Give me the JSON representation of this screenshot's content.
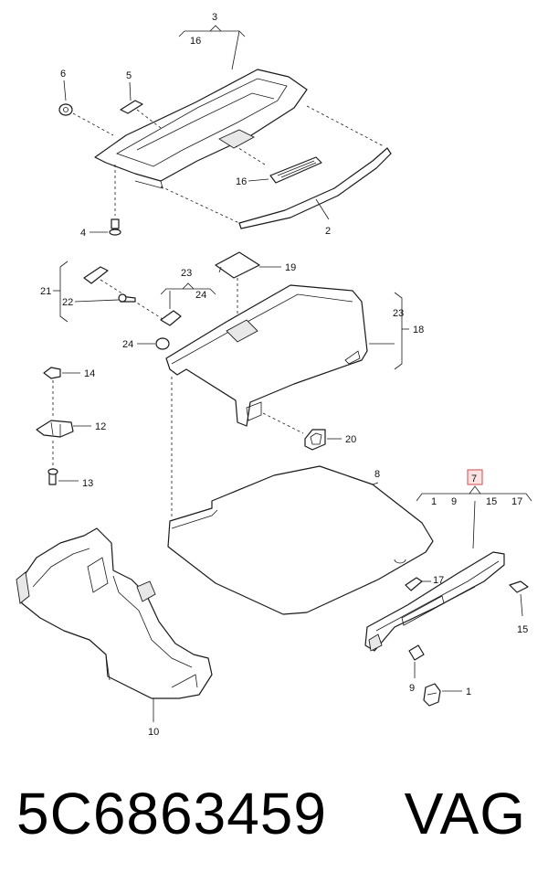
{
  "labels": {
    "l3": "3",
    "l16a": "16",
    "l6": "6",
    "l5": "5",
    "l16b": "16",
    "l4": "4",
    "l2": "2",
    "l19": "19",
    "l21": "21",
    "l22": "22",
    "l23a": "23",
    "l24a": "24",
    "l24b": "24",
    "l23b": "23",
    "l18": "18",
    "l14": "14",
    "l12": "12",
    "l13": "13",
    "l20": "20",
    "l8": "8",
    "l7": "7",
    "l1a": "1",
    "l9a": "9",
    "l15a": "15",
    "l17a": "17",
    "l17b": "17",
    "l15b": "15",
    "l9b": "9",
    "l1b": "1",
    "l10": "10"
  },
  "footer": {
    "part_number": "5C6863459",
    "brand": "VAG"
  },
  "colors": {
    "line": "#1a1a1a",
    "highlight_fill": "#fde2e2",
    "highlight_border": "#d24a4a"
  }
}
